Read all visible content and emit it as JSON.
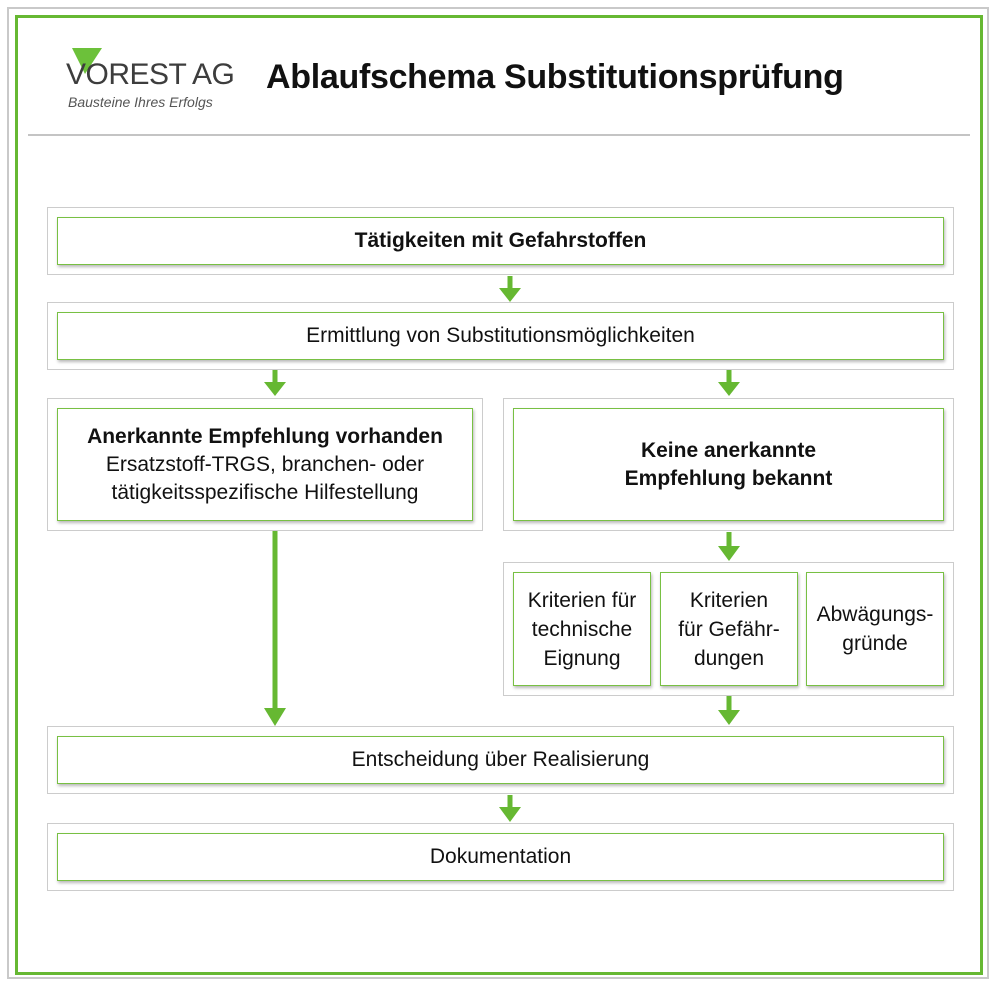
{
  "header": {
    "logo_name": "VOREST AG",
    "logo_tagline": "Bausteine Ihres Erfolgs",
    "title": "Ablaufschema Substitutionsprüfung"
  },
  "flow": {
    "step1": "Tätigkeiten mit Gefahrstoffen",
    "step2": "Ermittlung von Substitutionsmöglichkeiten",
    "left_branch": {
      "title": "Anerkannte Empfehlung vorhanden",
      "line1": "Ersatzstoff-TRGS, branchen- oder",
      "line2": "tätigkeitsspezifische Hilfestellung"
    },
    "right_branch": {
      "line1": "Keine anerkannte",
      "line2": "Empfehlung bekannt"
    },
    "criteria": [
      {
        "line1": "Kriterien für",
        "line2": "technische",
        "line3": "Eignung"
      },
      {
        "line1": "Kriterien",
        "line2": "für Gefähr-",
        "line3": "dungen"
      },
      {
        "line1": "Abwägungs-",
        "line2": "gründe"
      }
    ],
    "decision": "Entscheidung über Realisierung",
    "documentation": "Dokumentation"
  },
  "colors": {
    "accent_green": "#66b832",
    "band_border": "#cccccc",
    "divider": "#c4c4c4"
  },
  "icons": {
    "logo_mark": "green-triangle-logo",
    "arrows": "green-down-arrow"
  }
}
